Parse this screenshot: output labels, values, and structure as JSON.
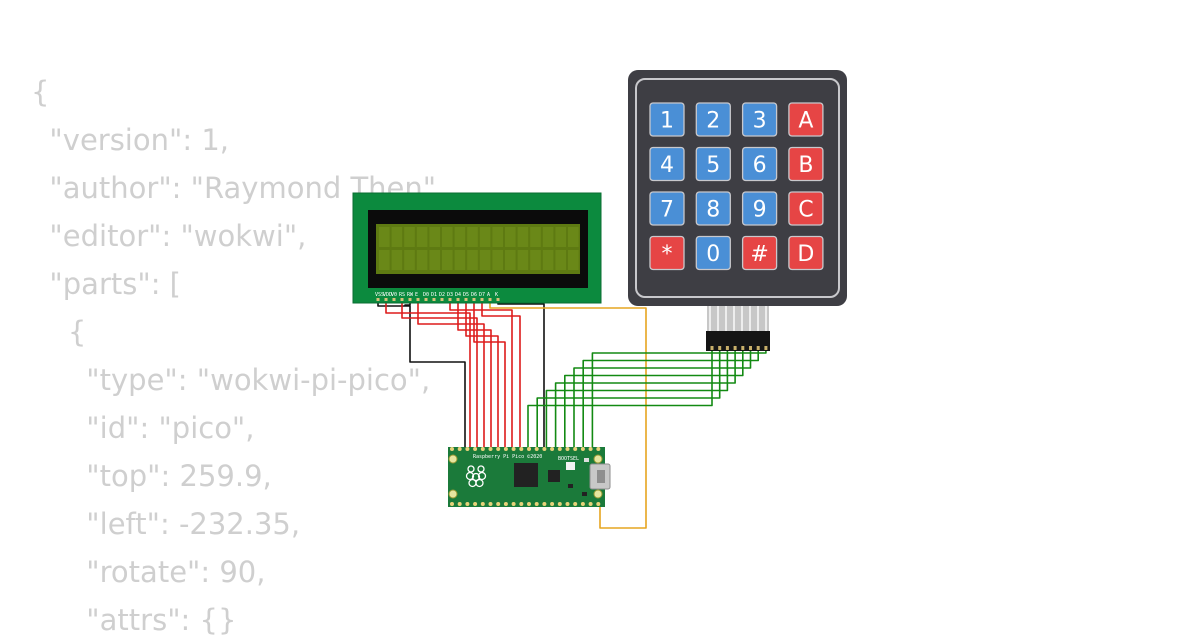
{
  "code_lines": [
    "{",
    "  \"version\": 1,",
    "  \"author\": \"Raymond Then\",",
    "  \"editor\": \"wokwi\",",
    "  \"parts\": [",
    "    {",
    "      \"type\": \"wokwi-pi-pico\",",
    "      \"id\": \"pico\",",
    "      \"top\": 259.9,",
    "      \"left\": -232.35,",
    "      \"rotate\": 90,",
    "      \"attrs\": {}"
  ],
  "lcd": {
    "pin_labels": [
      "VSS",
      "VDD",
      "V0",
      "RS",
      "RW",
      "E",
      "D0",
      "D1",
      "D2",
      "D3",
      "D4",
      "D5",
      "D6",
      "D7",
      "A",
      "K"
    ]
  },
  "keypad": {
    "keys": [
      {
        "label": "1",
        "kind": "digit"
      },
      {
        "label": "2",
        "kind": "digit"
      },
      {
        "label": "3",
        "kind": "digit"
      },
      {
        "label": "A",
        "kind": "letter"
      },
      {
        "label": "4",
        "kind": "digit"
      },
      {
        "label": "5",
        "kind": "digit"
      },
      {
        "label": "6",
        "kind": "digit"
      },
      {
        "label": "B",
        "kind": "letter"
      },
      {
        "label": "7",
        "kind": "digit"
      },
      {
        "label": "8",
        "kind": "digit"
      },
      {
        "label": "9",
        "kind": "digit"
      },
      {
        "label": "C",
        "kind": "letter"
      },
      {
        "label": "*",
        "kind": "letter"
      },
      {
        "label": "0",
        "kind": "digit"
      },
      {
        "label": "#",
        "kind": "letter"
      },
      {
        "label": "D",
        "kind": "letter"
      }
    ]
  },
  "pico": {
    "board_label": "Raspberry Pi Pico ©2020",
    "bootsel_label": "BOOTSEL",
    "logo_icon": "raspberry-icon"
  },
  "colors": {
    "code_text": "#cfcfcf",
    "lcd_board": "#0c8a3e",
    "lcd_screen": "#5e7a12",
    "keypad_body": "#3e3e44",
    "key_digit": "#4a8fd6",
    "key_letter": "#e64545",
    "pico_board": "#1b7a3a",
    "wire_black": "#111111",
    "wire_red": "#dd1c1c",
    "wire_green": "#138a13",
    "wire_gold": "#e6a520"
  }
}
